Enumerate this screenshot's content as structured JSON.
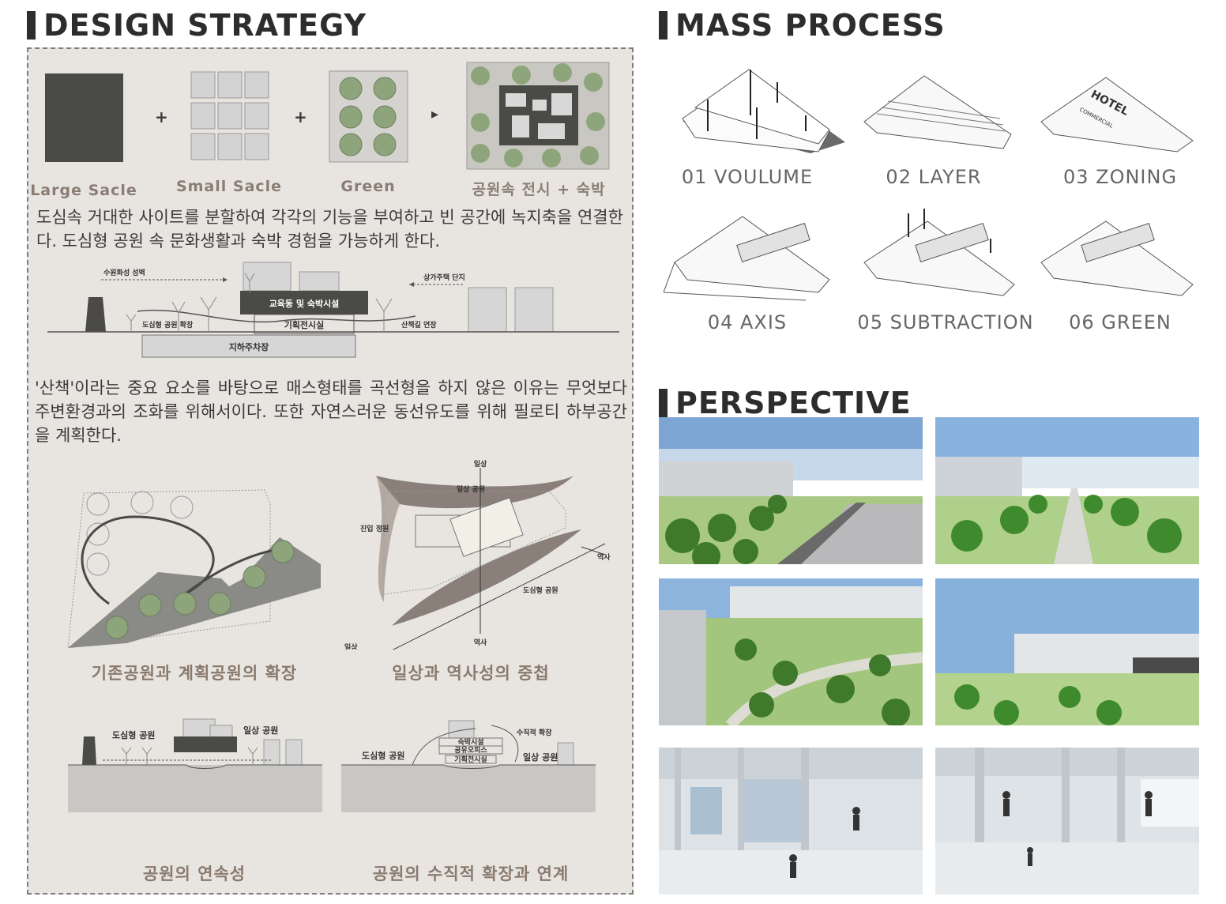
{
  "headings": {
    "design_strategy": "DESIGN STRATEGY",
    "mass_process": "MASS PROCESS",
    "perspective": "PERSPECTIVE"
  },
  "strategy": {
    "items": [
      "Large Sacle",
      "Small Sacle",
      "Green",
      "공원속 전시 + 숙박"
    ],
    "plus": "+",
    "arrow": "▸",
    "para1": "도심속 거대한 사이트를 분할하여 각각의 기능을 부여하고 빈 공간에 녹지축을 연결한다. 도심형 공원 속 문화생활과 숙박 경험을 가능하게 한다.",
    "para2": "'산책'이라는 중요 요소를 바탕으로 매스형태를 곡선형을 하지 않은 이유는 무엇보다 주변환경과의 조화를 위해서이다. 또한 자연스러운 동선유도를 위해 필로티 하부공간을 계획한다."
  },
  "section1": {
    "top_left": "수원화성 성벽",
    "top_right": "상가주택 단지",
    "building": "교육동 및 숙박시설",
    "exhibit": "기획전시실",
    "left_low": "도심형 공원 확장",
    "right_low": "산책길 연장",
    "parking": "지하주차장"
  },
  "diagram2": {
    "top": "일상",
    "daily_park": "일상 공원",
    "history_right": "역사",
    "entry_garden": "진입 정원",
    "urban_park": "도심형 공원",
    "history_bottom": "역사",
    "daily_left": "일상"
  },
  "diagram3": {
    "urban": "도심형 공원",
    "daily": "일상 공원"
  },
  "diagram4": {
    "vertical": "수직적 확장",
    "lodging": "숙박시설",
    "office": "공유오피스",
    "exhibit": "기획전시실",
    "urban": "도심형 공원",
    "daily": "일상 공원"
  },
  "captions": [
    "기존공원과 계획공원의 확장",
    "일상과 역사성의 중첩",
    "공원의 연속성",
    "공원의 수직적 확장과 연계"
  ],
  "mass": {
    "steps": [
      "01  VOULUME",
      "02  LAYER",
      "03  ZONING",
      "04  AXIS",
      "05  SUBTRACTION",
      "06  GREEN"
    ],
    "hotel_sign": "HOTEL",
    "commercial_sign": "COMMERCIAL"
  },
  "colors": {
    "panel": "#e8e5e1",
    "dark": "#4a4a46",
    "green": "#8ea57b",
    "label": "#8a7d73"
  }
}
